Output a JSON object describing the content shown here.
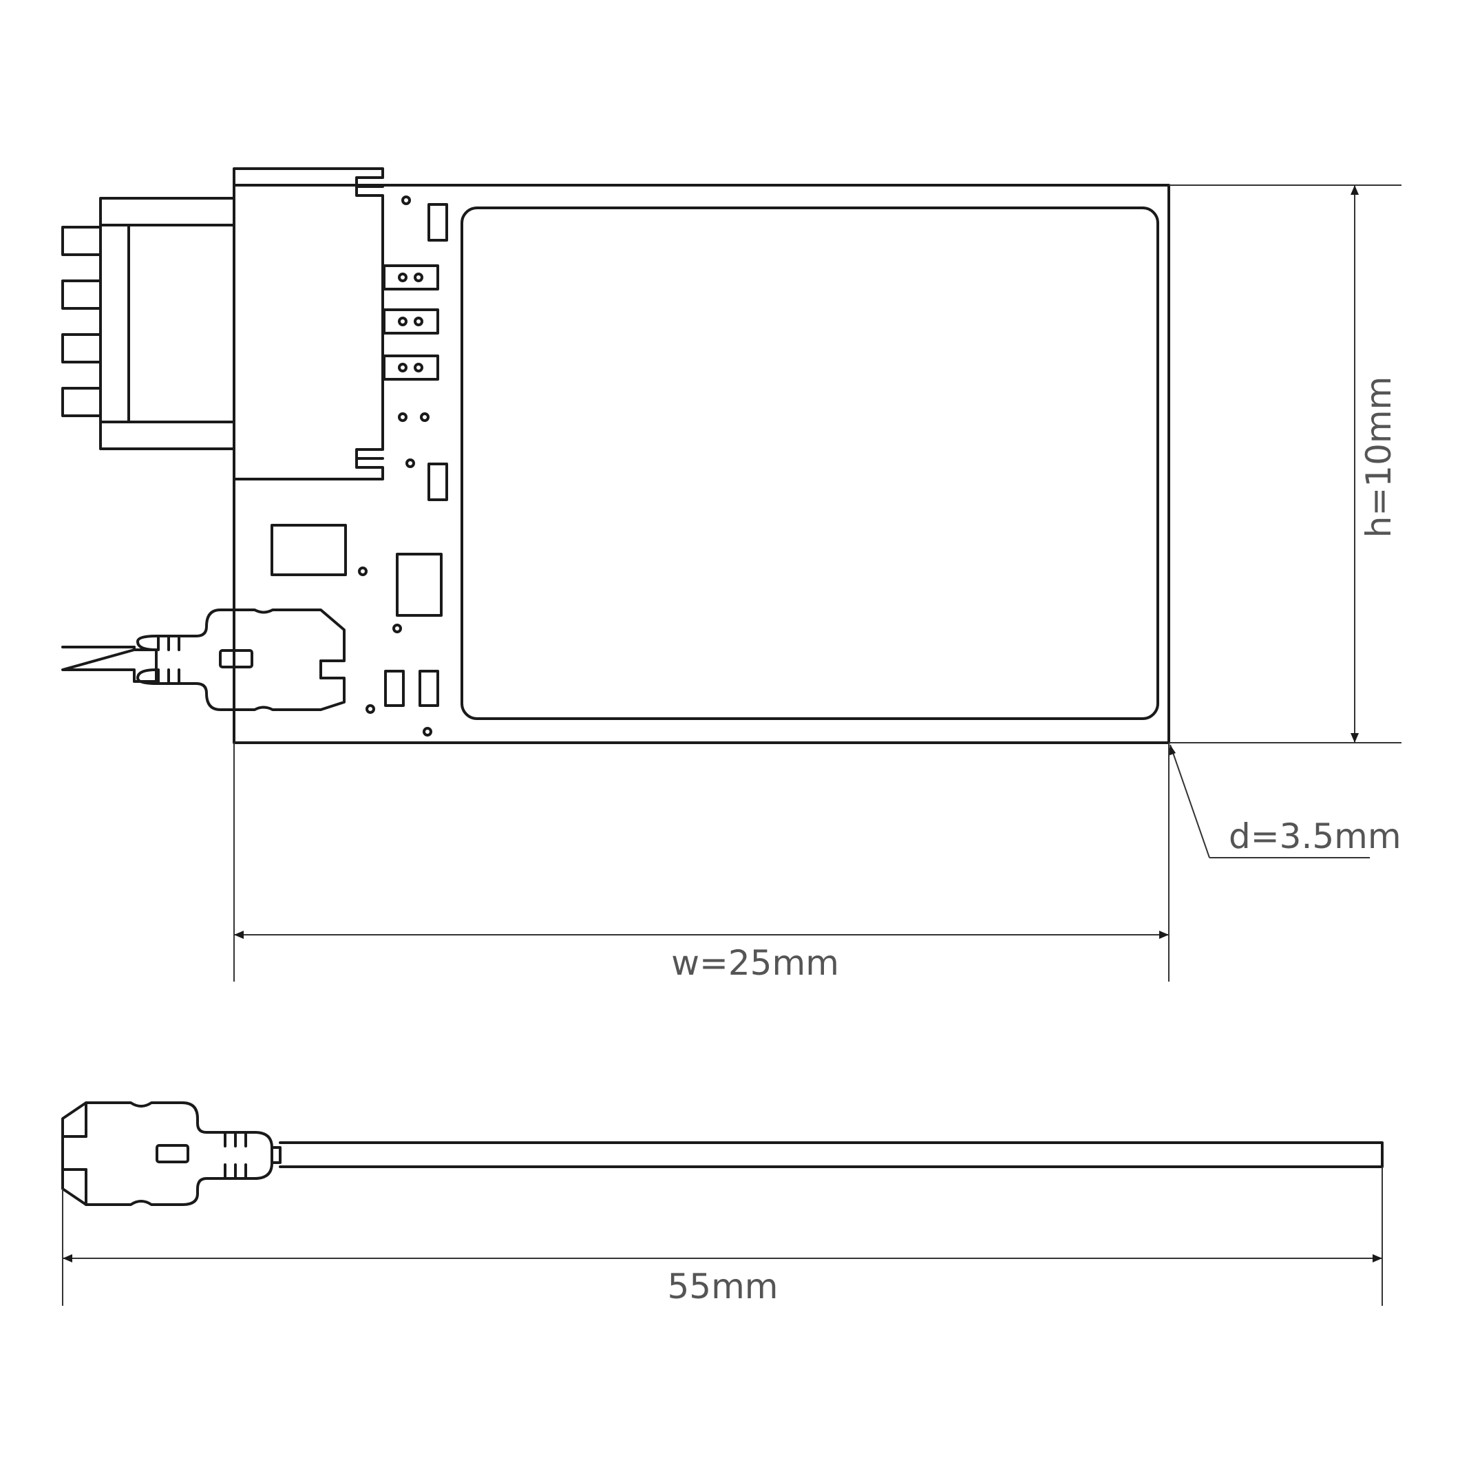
{
  "dimensions": {
    "height_label": "h=10mm",
    "depth_label": "d=3.5mm",
    "width_label": "w=25mm",
    "length_label": "55mm"
  },
  "colors": {
    "line": "#1a1a1a",
    "label": "#555555",
    "background": "#ffffff"
  }
}
